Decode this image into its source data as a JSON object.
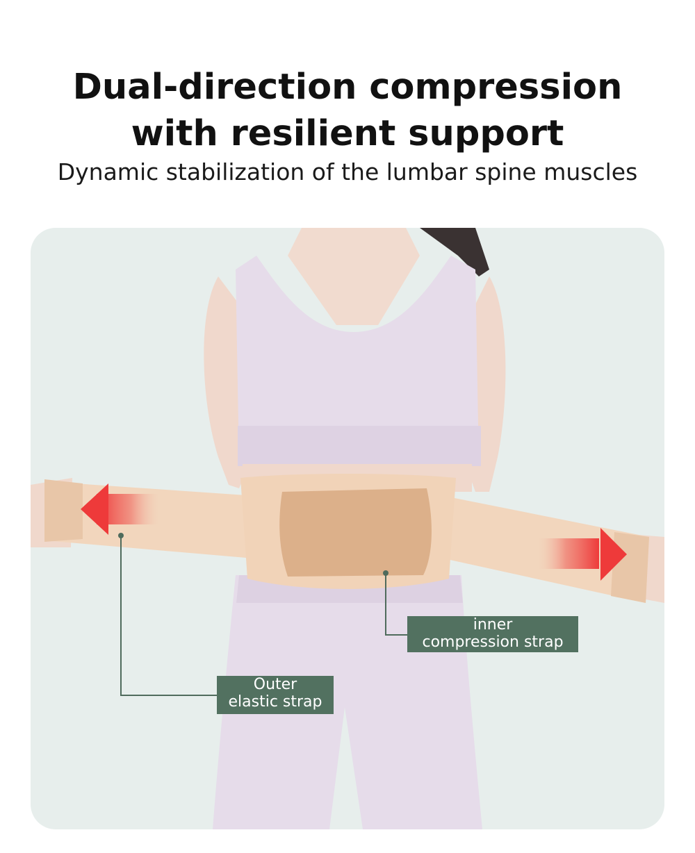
{
  "header": {
    "title_line1": "Dual-direction compression",
    "title_line2": "with resilient support",
    "subtitle": "Dynamic stabilization of the lumbar spine muscles"
  },
  "callouts": {
    "inner": {
      "line1": "inner",
      "line2": "compression strap"
    },
    "outer": {
      "line1": "Outer",
      "line2": "elastic strap"
    }
  },
  "colors": {
    "panel_background": "#e7eeec",
    "callout_background": "#527160",
    "arrow": "#ee3a3a",
    "belt": "#f1d3b8",
    "inner_pad": "#dcb08a",
    "garment": "#e6dcea"
  },
  "icons": [
    "left-arrow-icon",
    "right-arrow-icon"
  ]
}
